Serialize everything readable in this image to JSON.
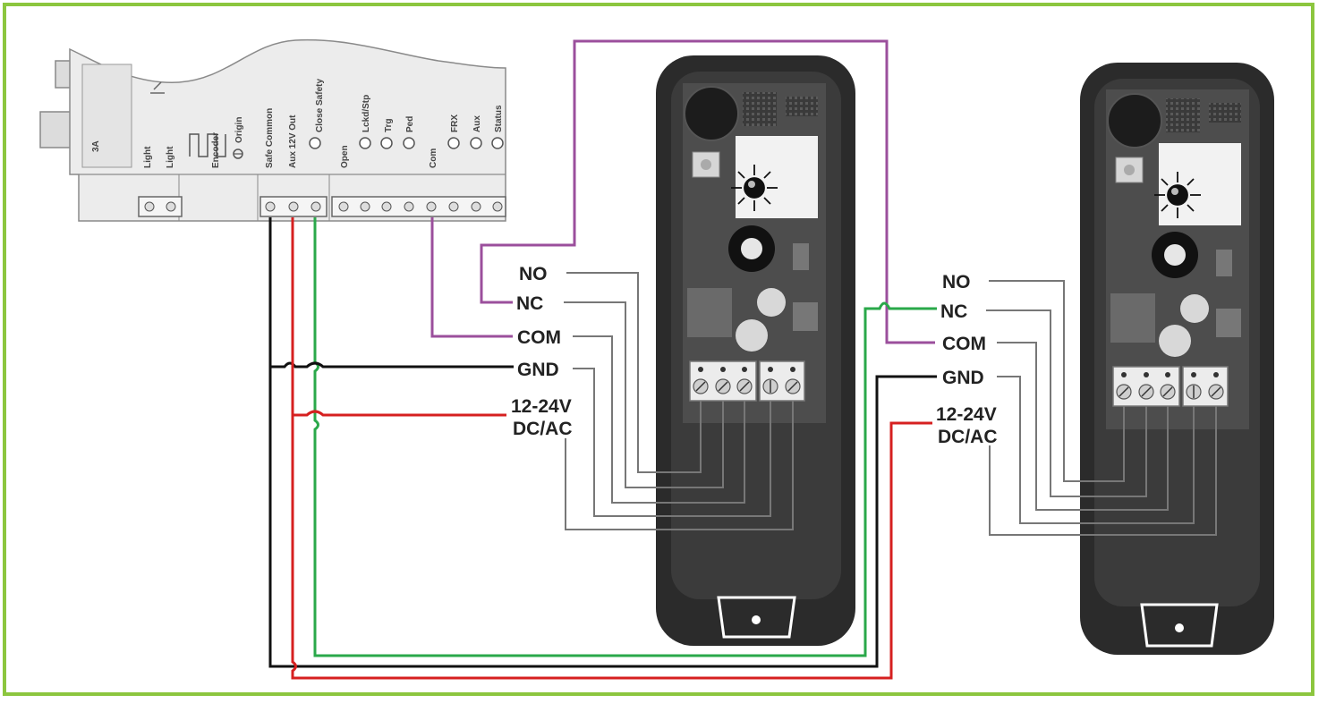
{
  "colors": {
    "frame": "#8cc63f",
    "wire_black": "#111111",
    "wire_red": "#d62020",
    "wire_green": "#2aa84a",
    "wire_purple": "#9b4f9c",
    "leader": "#777777",
    "controller_body": "#ececec",
    "sensor_body": "#2b2b2b"
  },
  "controller": {
    "labels": [
      "3A",
      "Light",
      "Light",
      "Encoder",
      "Origin",
      "Safe Common",
      "Aux 12V Out",
      "Close Safety",
      "Open",
      "Lckd/Stp",
      "Trg",
      "Ped",
      "Com",
      "FRX",
      "Aux",
      "Status"
    ]
  },
  "sensor_1": {
    "terminals": [
      "NO",
      "NC",
      "COM",
      "GND",
      "12-24V",
      "DC/AC"
    ]
  },
  "sensor_2": {
    "terminals": [
      "NO",
      "NC",
      "COM",
      "GND",
      "12-24V",
      "DC/AC"
    ]
  }
}
